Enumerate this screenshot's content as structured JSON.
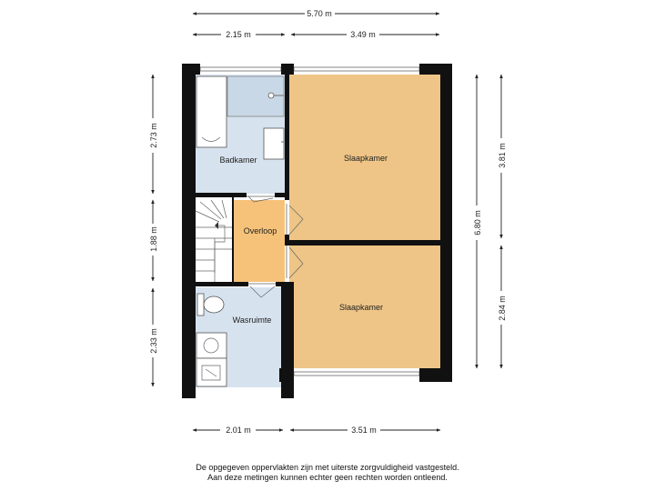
{
  "dimensions": {
    "top_total": "5.70 m",
    "top_left": "2.15 m",
    "top_right": "3.49 m",
    "bottom_left": "2.01 m",
    "bottom_right": "3.51 m",
    "left_top": "2.73 m",
    "left_mid": "1.88 m",
    "left_bottom": "2.33 m",
    "right_total": "6.80 m",
    "right_upper": "3.81 m",
    "right_lower": "2.84 m"
  },
  "rooms": {
    "bathroom": "Badkamer",
    "landing": "Overloop",
    "laundry": "Wasruimte",
    "bedroom_top": "Slaapkamer",
    "bedroom_bottom": "Slaapkamer"
  },
  "colors": {
    "bedroom": "#EEC587",
    "landing": "#F6C27A",
    "wet_room": "#D6E2EE",
    "stairs": "#FFFFFF",
    "wall": "#111111"
  },
  "footer": {
    "line1": "De opgegeven oppervlakten zijn met uiterste zorgvuldigheid vastgesteld.",
    "line2": "Aan deze metingen kunnen echter geen rechten worden ontleend."
  }
}
